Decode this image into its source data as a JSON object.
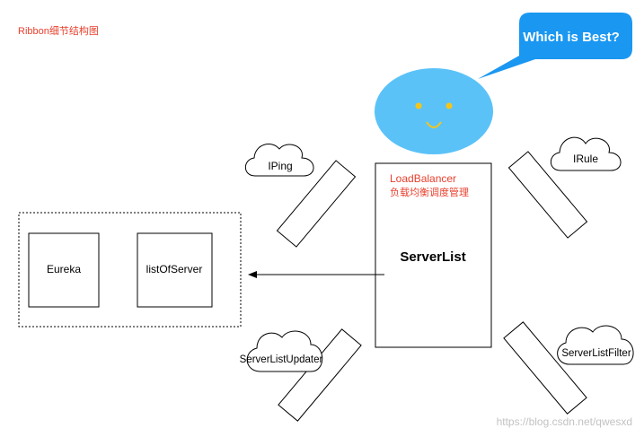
{
  "title": "Ribbon细节结构图",
  "bubble_text": "Which is Best?",
  "center_box": {
    "component": "LoadBalancer",
    "subtitle": "负载均衡调度管理",
    "label": "ServerList"
  },
  "left_group": {
    "items": [
      {
        "label": "Eureka"
      },
      {
        "label": "listOfServer"
      }
    ]
  },
  "clouds": {
    "ping": "IPing",
    "rule": "IRule",
    "updater": "ServerListUpdater",
    "filter": "ServerListFilter"
  },
  "watermark": "https://blog.csdn.net/qwesxd",
  "colors": {
    "title_red": "#e8402e",
    "face_blue": "#5bc2f8",
    "bubble_blue": "#1a97f1",
    "eye_yellow": "#f5c518",
    "watermark_gray": "#c2c2c2"
  }
}
